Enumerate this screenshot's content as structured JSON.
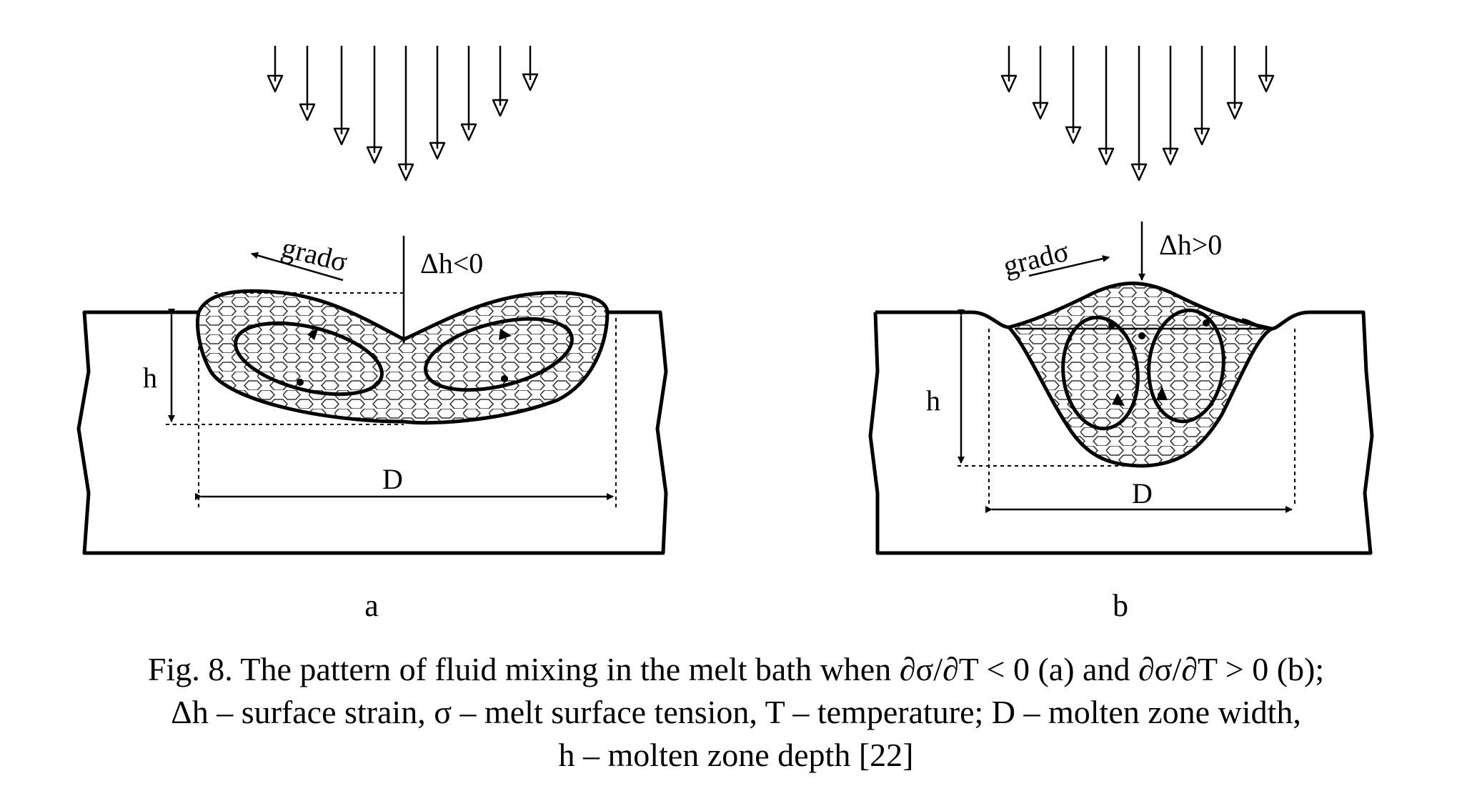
{
  "panel_a": {
    "letter": "a",
    "grad_label": "gradσ",
    "dh_label": "Δh<0",
    "h_label": "h",
    "d_label": "D"
  },
  "panel_b": {
    "letter": "b",
    "grad_label": "gradσ",
    "dh_label": "Δh>0",
    "h_label": "h",
    "d_label": "D"
  },
  "caption": {
    "line1": "Fig. 8. The pattern of fluid mixing in the melt bath when ∂σ/∂T < 0 (a) and ∂σ/∂T > 0 (b);",
    "line2": "Δh – surface strain, σ – melt surface tension, T – temperature; D – molten zone width,",
    "line3": "h – molten zone depth [22]"
  }
}
